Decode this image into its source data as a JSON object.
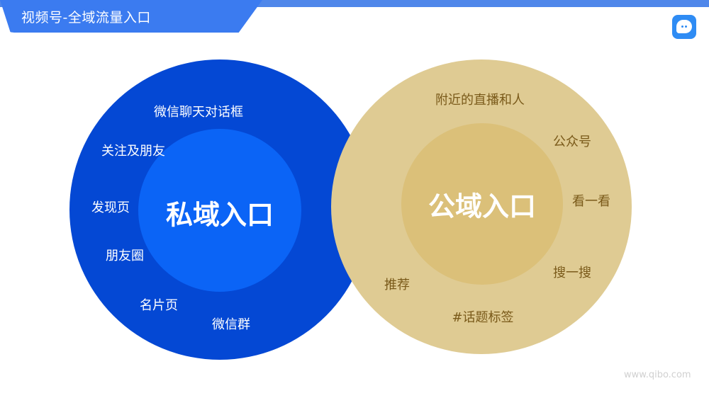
{
  "header": {
    "title": "视频号-全域流量入口"
  },
  "private_domain": {
    "center_label": "私域入口",
    "items": [
      "微信聊天对话框",
      "关注及朋友",
      "发现页",
      "朋友圈",
      "名片页",
      "微信群"
    ]
  },
  "public_domain": {
    "center_label": "公域入口",
    "items": [
      "附近的直播和人",
      "公众号",
      "看一看",
      "搜一搜",
      "#话题标签",
      "推荐"
    ]
  },
  "footer": {
    "url": "www.qibo.com"
  },
  "colors": {
    "private_outer": "#0448d4",
    "private_inner": "#0b64f6",
    "public_outer": "#dfcb93",
    "public_inner": "#dbc079",
    "header_accent": "#3b7bf0"
  }
}
